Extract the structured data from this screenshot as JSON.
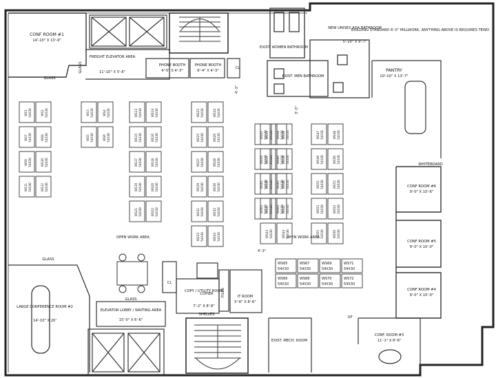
{
  "rooms": {
    "conf1": {
      "name": "CONF ROOM #1",
      "size": "14'-10\" X 13'-9\""
    },
    "freight": {
      "name": "FREIGHT ELEVATOR AREA",
      "size": "11'-10\" X 5'-6\""
    },
    "phone1": {
      "name": "PHONE BOOTH",
      "size": "4'-5\" X 4'-3\""
    },
    "phone2": {
      "name": "PHONE BOOTH",
      "size": "6'-4\" X 4'-3\""
    },
    "cl_top": "CL",
    "women": {
      "name": "EXIST. WOMEN BATHROOM"
    },
    "men": {
      "name": "EXIST. MEN BATHROOM"
    },
    "unisex": {
      "name": "NEW UNISEX ADA BATHROOM",
      "size": "5'-10\" X 9'-7\""
    },
    "standard": "BUILDING STANDARD 6'-0\" MILLWORK, ANYTHING ABOVE IS REQUIRES TEWD",
    "pantry": {
      "name": "PANTRY",
      "size": "10'-10\" X 13'-7\""
    },
    "whiteboard": "WHITEBOARD",
    "conf6": {
      "name": "CONF ROOM #6",
      "size": "9'-0\" X 10'-6\""
    },
    "conf5": {
      "name": "CONF ROOM #5",
      "size": "9'-0\" X 10'-0\""
    },
    "conf4": {
      "name": "CONF ROOM #4",
      "size": "9'-0\" X 10'-0\""
    },
    "conf3": {
      "name": "CONF. ROOM #3",
      "size": "11'-1\" X 8'-6\""
    },
    "large": {
      "name": "LARGE CONFERENCE ROOM #2",
      "size": "14'-10\" X 20'"
    },
    "lobby": {
      "name": "ELEVATOR LOBBY / WAITING AREA",
      "size": "15'-0\" X 6'-6\""
    },
    "copy": {
      "name": "COPY / UTILITY ROOM",
      "size": "7'-2\" X 8'-8\""
    },
    "copier": "COPIER",
    "cl_mid": "CL",
    "files": "FILES",
    "it": {
      "name": "IT ROOM",
      "size": "5'-6\" X 8'-6\""
    },
    "shelves": "SHELVES",
    "mech": {
      "name": "EXIST. MECH. ROOM"
    },
    "open1": "OPEN WORK AREA",
    "open2": "OPEN WORK AREA"
  },
  "labels": {
    "glass": "GLASS",
    "dim_vert1": "4'-3\"",
    "dim_vert2": "3'-3\"",
    "dim_horiz": "4'-3\"",
    "up": "UP"
  },
  "workstation_size": "54X30",
  "workstations_columns": [
    [
      "WS1",
      "WS2",
      "WS7",
      "WS8",
      "WS9",
      "WS10",
      "WS11",
      "WS12"
    ],
    [
      "WS3",
      "WS4",
      "WS5",
      "WS6"
    ],
    [
      "WS13",
      "WS14",
      "WS15",
      "WS16",
      "WS17",
      "WS18",
      "WS19",
      "WS20",
      "WS21",
      "WS22"
    ],
    [
      "WS23",
      "WS24",
      "WS25",
      "WS26",
      "WS27",
      "WS28",
      "WS29",
      "WS30",
      "WS31",
      "WS32",
      "WS33",
      "WS34"
    ],
    [
      "WS35",
      "WS36",
      "WS37",
      "WS38",
      "WS39",
      "WS40",
      "WS41",
      "WS42",
      "WS43",
      "WS44",
      "WS45",
      "WS46"
    ],
    [
      "WS47",
      "WS48",
      "WS49",
      "WS50",
      "WS51",
      "WS52",
      "WS53",
      "WS54",
      "WS55",
      "WS56"
    ],
    [
      "WS57",
      "WS58",
      "WS59",
      "WS60",
      "WS61",
      "WS62",
      "WS63",
      "WS64"
    ]
  ],
  "small_workstations": [
    "WS65",
    "WS66",
    "WS67",
    "WS68",
    "WS69",
    "WS70",
    "WS71",
    "WS72"
  ]
}
